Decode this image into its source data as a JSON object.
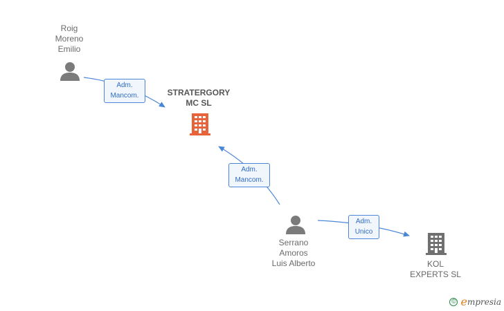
{
  "nodes": {
    "roig": {
      "name_lines": [
        "Roig",
        "Moreno",
        "Emilio"
      ],
      "type": "person"
    },
    "stratergory": {
      "name_lines": [
        "STRATERGORY",
        "MC  SL"
      ],
      "type": "company",
      "color": "#e8623a"
    },
    "serrano": {
      "name_lines": [
        "Serrano",
        "Amoros",
        "Luis Alberto"
      ],
      "type": "person"
    },
    "kol": {
      "name_lines": [
        "KOL",
        "EXPERTS  SL"
      ],
      "type": "company",
      "color": "#707070"
    }
  },
  "edges": [
    {
      "from": "roig",
      "to": "stratergory",
      "label_lines": [
        "Adm.",
        "Mancom."
      ]
    },
    {
      "from": "serrano",
      "to": "stratergory",
      "label_lines": [
        "Adm.",
        "Mancom."
      ]
    },
    {
      "from": "serrano",
      "to": "kol",
      "label_lines": [
        "Adm.",
        "Unico"
      ]
    }
  ],
  "footer": {
    "copyright_symbol": "©",
    "brand_initial": "e",
    "brand_rest": "mpresia"
  },
  "colors": {
    "edge": "#4a86d8",
    "person_icon": "#7b7b7b"
  }
}
